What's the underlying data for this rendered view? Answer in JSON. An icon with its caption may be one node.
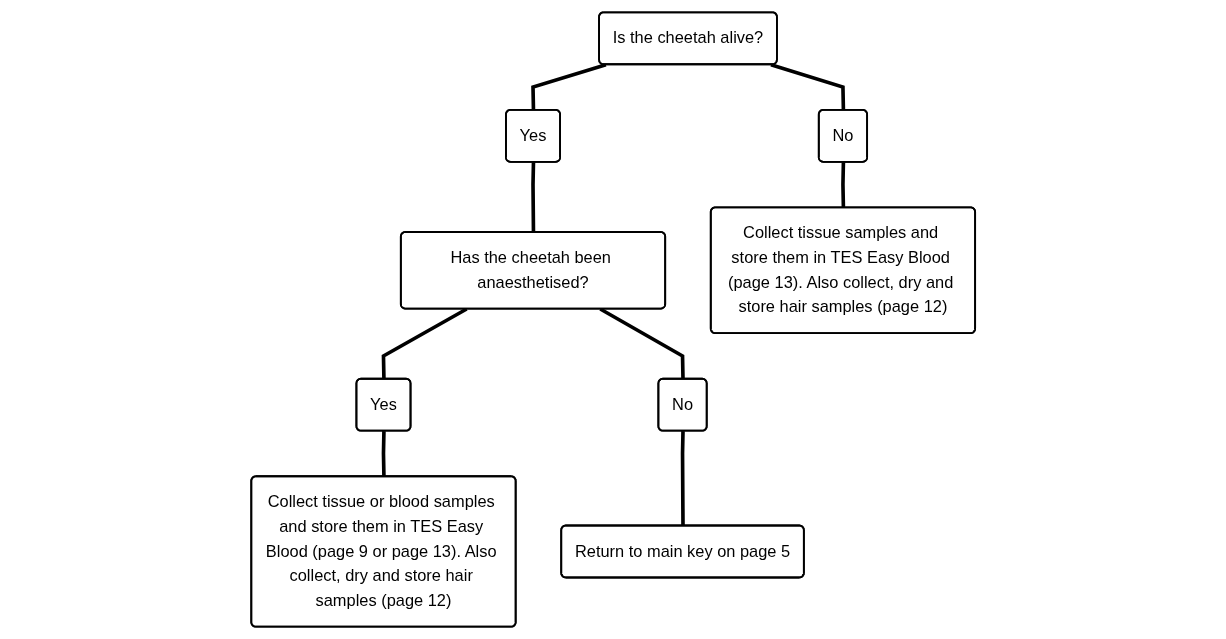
{
  "diagram": {
    "nodes": [
      {
        "text": [
          "Is the cheetah alive?"
        ]
      },
      {
        "text": [
          "Yes"
        ]
      },
      {
        "text": [
          "Has the cheetah been anaesthetised?"
        ]
      },
      {
        "text": [
          "No"
        ]
      },
      {
        "text": [
          "Collect tissue samples and store them in TES Easy Blood (page 13). Also collect, dry and store hair samples (page 12)"
        ]
      },
      {
        "text": [
          "Yes"
        ]
      },
      {
        "text": [
          "Collect tissue or blood samples and store them in TES Easy Blood (page 9 or page 13). Also collect, dry and store hair samples (page 12)"
        ]
      },
      {
        "text": [
          "No"
        ]
      },
      {
        "text": [
          "Return to main key on page 5"
        ]
      }
    ],
    "edges": [
      {
        "from": 0,
        "to": 1,
        "arrow": "none"
      },
      {
        "from": 1,
        "to": 2,
        "arrow": "none"
      },
      {
        "from": 0,
        "to": 3,
        "arrow": "none"
      },
      {
        "from": 3,
        "to": 4,
        "arrow": "none"
      },
      {
        "from": 2,
        "to": 5,
        "arrow": "none"
      },
      {
        "from": 5,
        "to": 6,
        "arrow": "none"
      },
      {
        "from": 2,
        "to": 7,
        "arrow": "none"
      },
      {
        "from": 7,
        "to": 8,
        "arrow": "none"
      }
    ]
  }
}
